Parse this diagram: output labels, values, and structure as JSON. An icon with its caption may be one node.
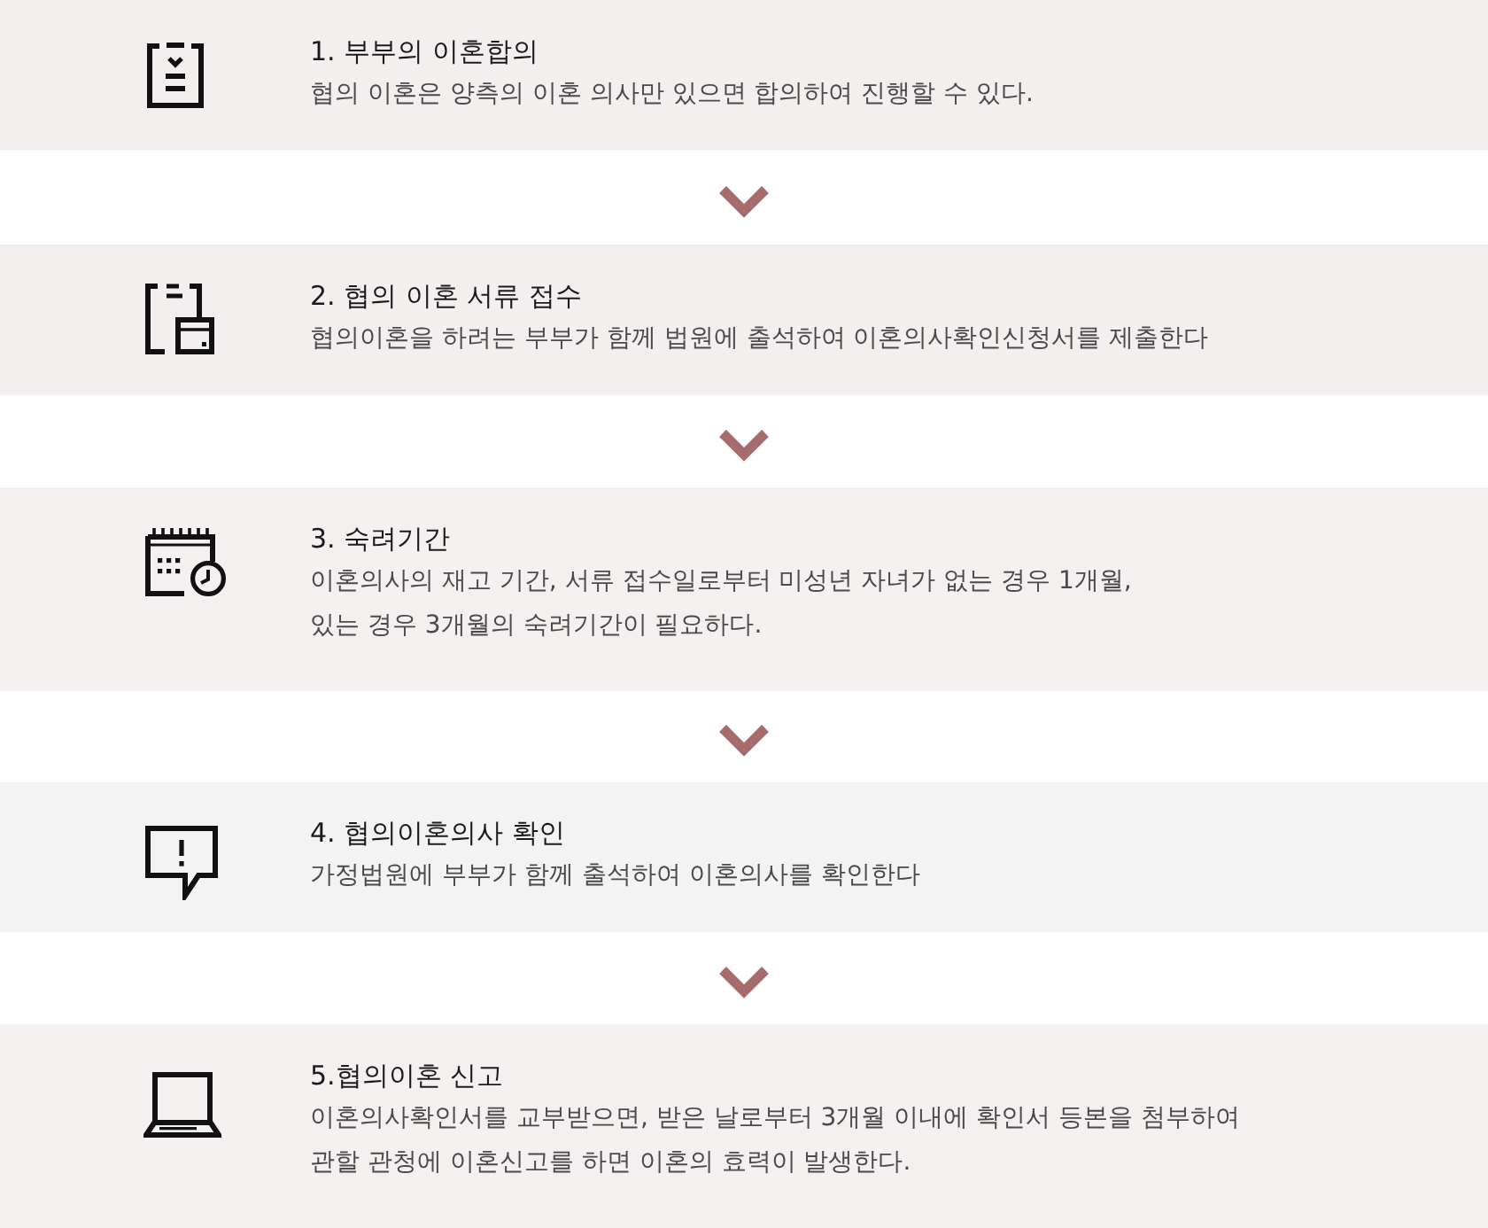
{
  "diagram": {
    "nodes": [
      {
        "text": [
          "1. 부부의 이혼합의",
          "협의 이혼은 양측의 이혼 의사만 있으면 합의하여 진행할 수 있다."
        ]
      },
      {
        "text": [
          "2. 협의 이혼 서류 접수",
          "협의이혼을 하려는 부부가 함께 법원에 출석하여 이혼의사확인신청서를 제출한다"
        ]
      },
      {
        "text": [
          "3. 숙려기간",
          "이혼의사의 재고 기간, 서류 접수일로부터 미성년 자녀가 없는 경우 1개월, 있는 경우 3개월의 숙려기간이 필요하다."
        ]
      },
      {
        "text": [
          "4. 협의이혼의사 확인",
          "가정법원에 부부가 함께 출석하여 이혼의사를 확인한다"
        ]
      },
      {
        "text": [
          "5.협의이혼 신고",
          "이혼의사확인서를 교부받으면, 받은 날로부터 3개월 이내에 확인서 등본을 첨부하여 관할 관청에 이혼신고를 하면 이혼의 효력이 발생한다."
        ]
      }
    ],
    "edges": [
      {
        "from": 0,
        "to": 1,
        "arrow": "to"
      },
      {
        "from": 1,
        "to": 2,
        "arrow": "to"
      },
      {
        "from": 2,
        "to": 3,
        "arrow": "to"
      },
      {
        "from": 3,
        "to": 4,
        "arrow": "to"
      }
    ]
  }
}
